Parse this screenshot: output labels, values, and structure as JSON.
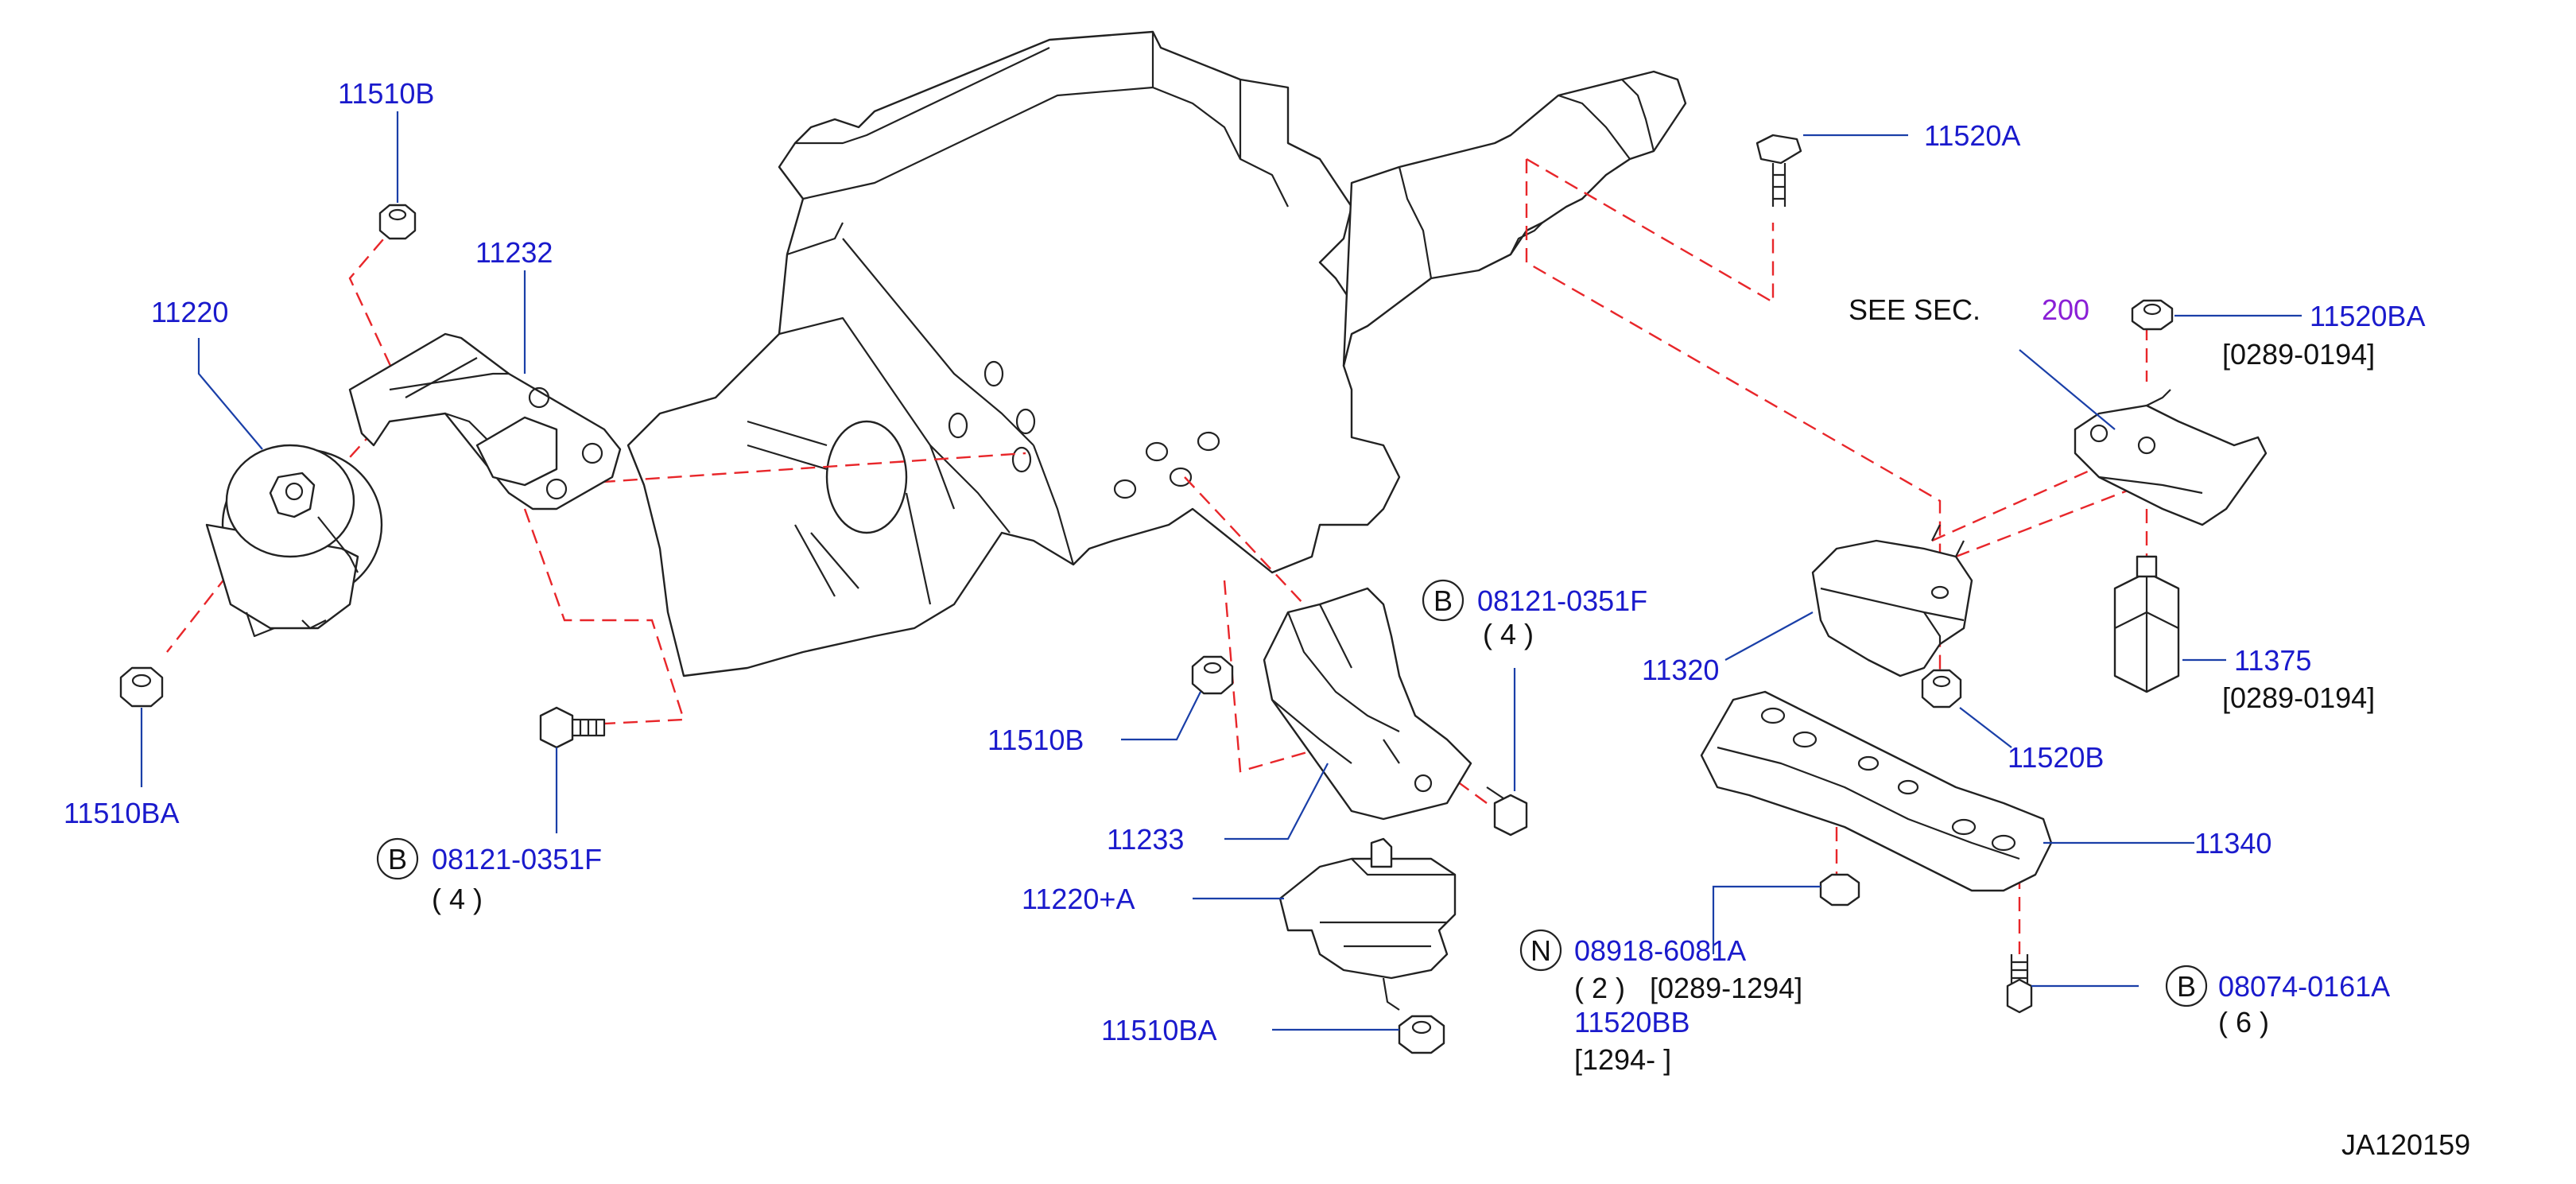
{
  "colors": {
    "part_number": "#1a1acc",
    "section_number": "#8a1fd6",
    "leader_line": "#1a3fa8",
    "dashed_line": "#e8262a",
    "drawing": "#222222",
    "text": "#111111"
  },
  "diagram_id": "JA120159",
  "see_section": {
    "prefix": "SEE  SEC.",
    "number": "200"
  },
  "labels": {
    "p11510B_top": "11510B",
    "p11232": "11232",
    "p11220": "11220",
    "p11510BA_left": "11510BA",
    "p08121_left": "08121-0351F",
    "p08121_left_qty": "( 4 )",
    "p08121_right": "08121-0351F",
    "p08121_right_qty": "( 4 )",
    "p11510B_mid": "11510B",
    "p11233": "11233",
    "p11220A": "11220+A",
    "p11510BA_bottom": "11510BA",
    "p11520A": "11520A",
    "p11520BA": "11520BA",
    "p11520BA_range": "[0289-0194]",
    "p11320": "11320",
    "p11375": "11375",
    "p11375_range": "[0289-0194]",
    "p11520B": "11520B",
    "p11340": "11340",
    "p08918": "08918-6081A",
    "p08918_qty": "( 2 )",
    "p08918_range": "[0289-1294]",
    "p11520BB": "11520BB",
    "p11520BB_range": "[1294-                    ]",
    "p08074": "08074-0161A",
    "p08074_qty": "( 6 )"
  },
  "badges": {
    "b_left": "B",
    "b_right": "B",
    "n_mid": "N",
    "b_bottom": "B"
  }
}
